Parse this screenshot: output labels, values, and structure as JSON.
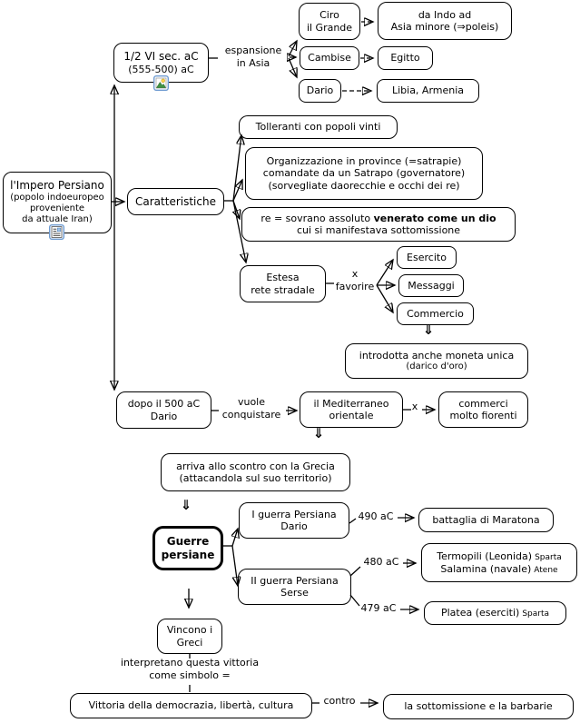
{
  "colors": {
    "node_border": "#000000",
    "node_fill": "#ffffff",
    "text": "#000000",
    "icon_border": "#6f9bd1",
    "icon_sun": "#ffd24a",
    "icon_mountain": "#3f9142"
  },
  "nodes": {
    "periodo": {
      "line1": "1/2 VI sec. aC",
      "line2": "(555-500) aC"
    },
    "ciro": {
      "line1": "Ciro",
      "line2": "il Grande"
    },
    "indo": {
      "line1": "da Indo ad",
      "line2": "Asia minore (⇒poleis)"
    },
    "cambise": {
      "text": "Cambise"
    },
    "egitto": {
      "text": "Egitto"
    },
    "dario": {
      "text": "Dario"
    },
    "libia": {
      "text": "Libia, Armenia"
    },
    "impero": {
      "line1": "l'Impero Persiano",
      "line2": "(popolo indoeuropeo",
      "line3": "proveniente",
      "line4": "da attuale Iran)"
    },
    "caratteristiche": {
      "text": "Caratteristiche"
    },
    "tolleranti": {
      "text": "Tolleranti con popoli vinti"
    },
    "organizzazione": {
      "line1": "Organizzazione in province (=satrapie)",
      "line2": "comandate da un Satrapo (governatore)",
      "line3": "(sorvegliate daorecchie e occhi dei re)"
    },
    "re": {
      "line1_normal": "re = sovrano assoluto ",
      "line1_bold": "venerato come un dio",
      "line2": "cui si manifestava sottomissione"
    },
    "estesa": {
      "line1": "Estesa",
      "line2": "rete stradale"
    },
    "esercito": {
      "text": "Esercito"
    },
    "messaggi": {
      "text": "Messaggi"
    },
    "commercio": {
      "text": "Commercio"
    },
    "moneta": {
      "line1": "introdotta anche moneta unica",
      "line2": "(darico d'oro)"
    },
    "dopo500": {
      "line1": "dopo il 500 aC",
      "line2": "Dario"
    },
    "mediterraneo": {
      "line1": "il Mediterraneo",
      "line2": "orientale"
    },
    "commerci": {
      "line1": "commerci",
      "line2": "molto fiorenti"
    },
    "scontro": {
      "line1": "arriva allo scontro con la Grecia",
      "line2": "(attacandola sul suo territorio)"
    },
    "guerre": {
      "line1": "Guerre",
      "line2": "persiane"
    },
    "guerra1": {
      "line1": "I guerra Persiana",
      "line2": "Dario"
    },
    "maratona": {
      "text": "battaglia di Maratona"
    },
    "guerra2": {
      "line1": "II guerra Persiana",
      "line2": "Serse"
    },
    "termopili": {
      "line1_main": "Termopili (Leonida)",
      "line1_small": "Sparta",
      "line2_main": "Salamina (navale)",
      "line2_small": "Atene"
    },
    "platea": {
      "main": "Platea (eserciti)",
      "small": "Sparta"
    },
    "vincono": {
      "line1": "Vincono i",
      "line2": "Greci"
    },
    "vittoria": {
      "text": "Vittoria della democrazia, libertà, cultura"
    },
    "sottomissione": {
      "text": "la sottomissione e la barbarie"
    }
  },
  "labels": {
    "espansione": {
      "line1": "espansione",
      "line2": "in Asia"
    },
    "favorire": {
      "line1": "x",
      "line2": "favorire"
    },
    "vuole": {
      "line1": "vuole",
      "line2": "conquistare"
    },
    "x_link": "x",
    "anno490": "490 aC",
    "anno480": "480 aC",
    "anno479": "479 aC",
    "interpretano": {
      "line1": "interpretano questa vittoria",
      "line2": "come simbolo ="
    },
    "contro": "contro",
    "double_down_arrow": "⇓"
  },
  "icons": {
    "periodo_attachment": "picture-icon",
    "impero_attachment": "note-icon"
  }
}
